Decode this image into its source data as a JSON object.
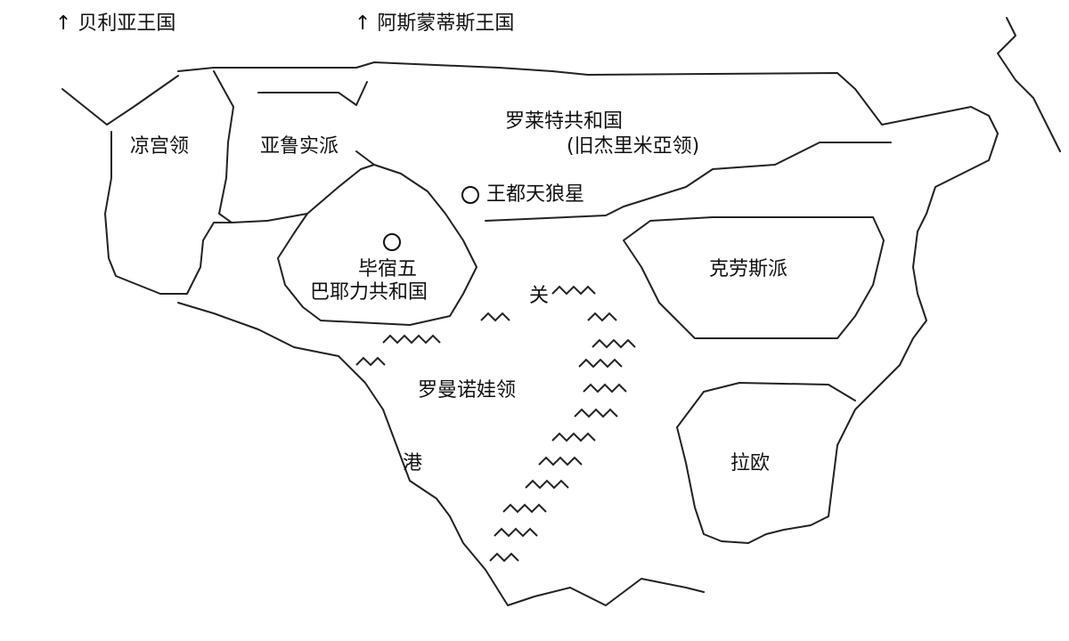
{
  "labels": {
    "belia": "↑ 贝利亚王国",
    "asmondius": "↑ 阿斯蒙蒂斯王国",
    "liangong": "凉宫领",
    "yalu": "亚鲁实派",
    "lorraine": "罗莱特共和国",
    "lorraine_sub": "(旧杰里米亞领)",
    "capital": "王都天狼星",
    "bisuwu": "毕宿五",
    "barnard": "巴耶力共和国",
    "klaus": "克劳斯派",
    "guan": "关",
    "romanov": "罗曼诺娃领",
    "port": "港",
    "lao": "拉欧"
  }
}
